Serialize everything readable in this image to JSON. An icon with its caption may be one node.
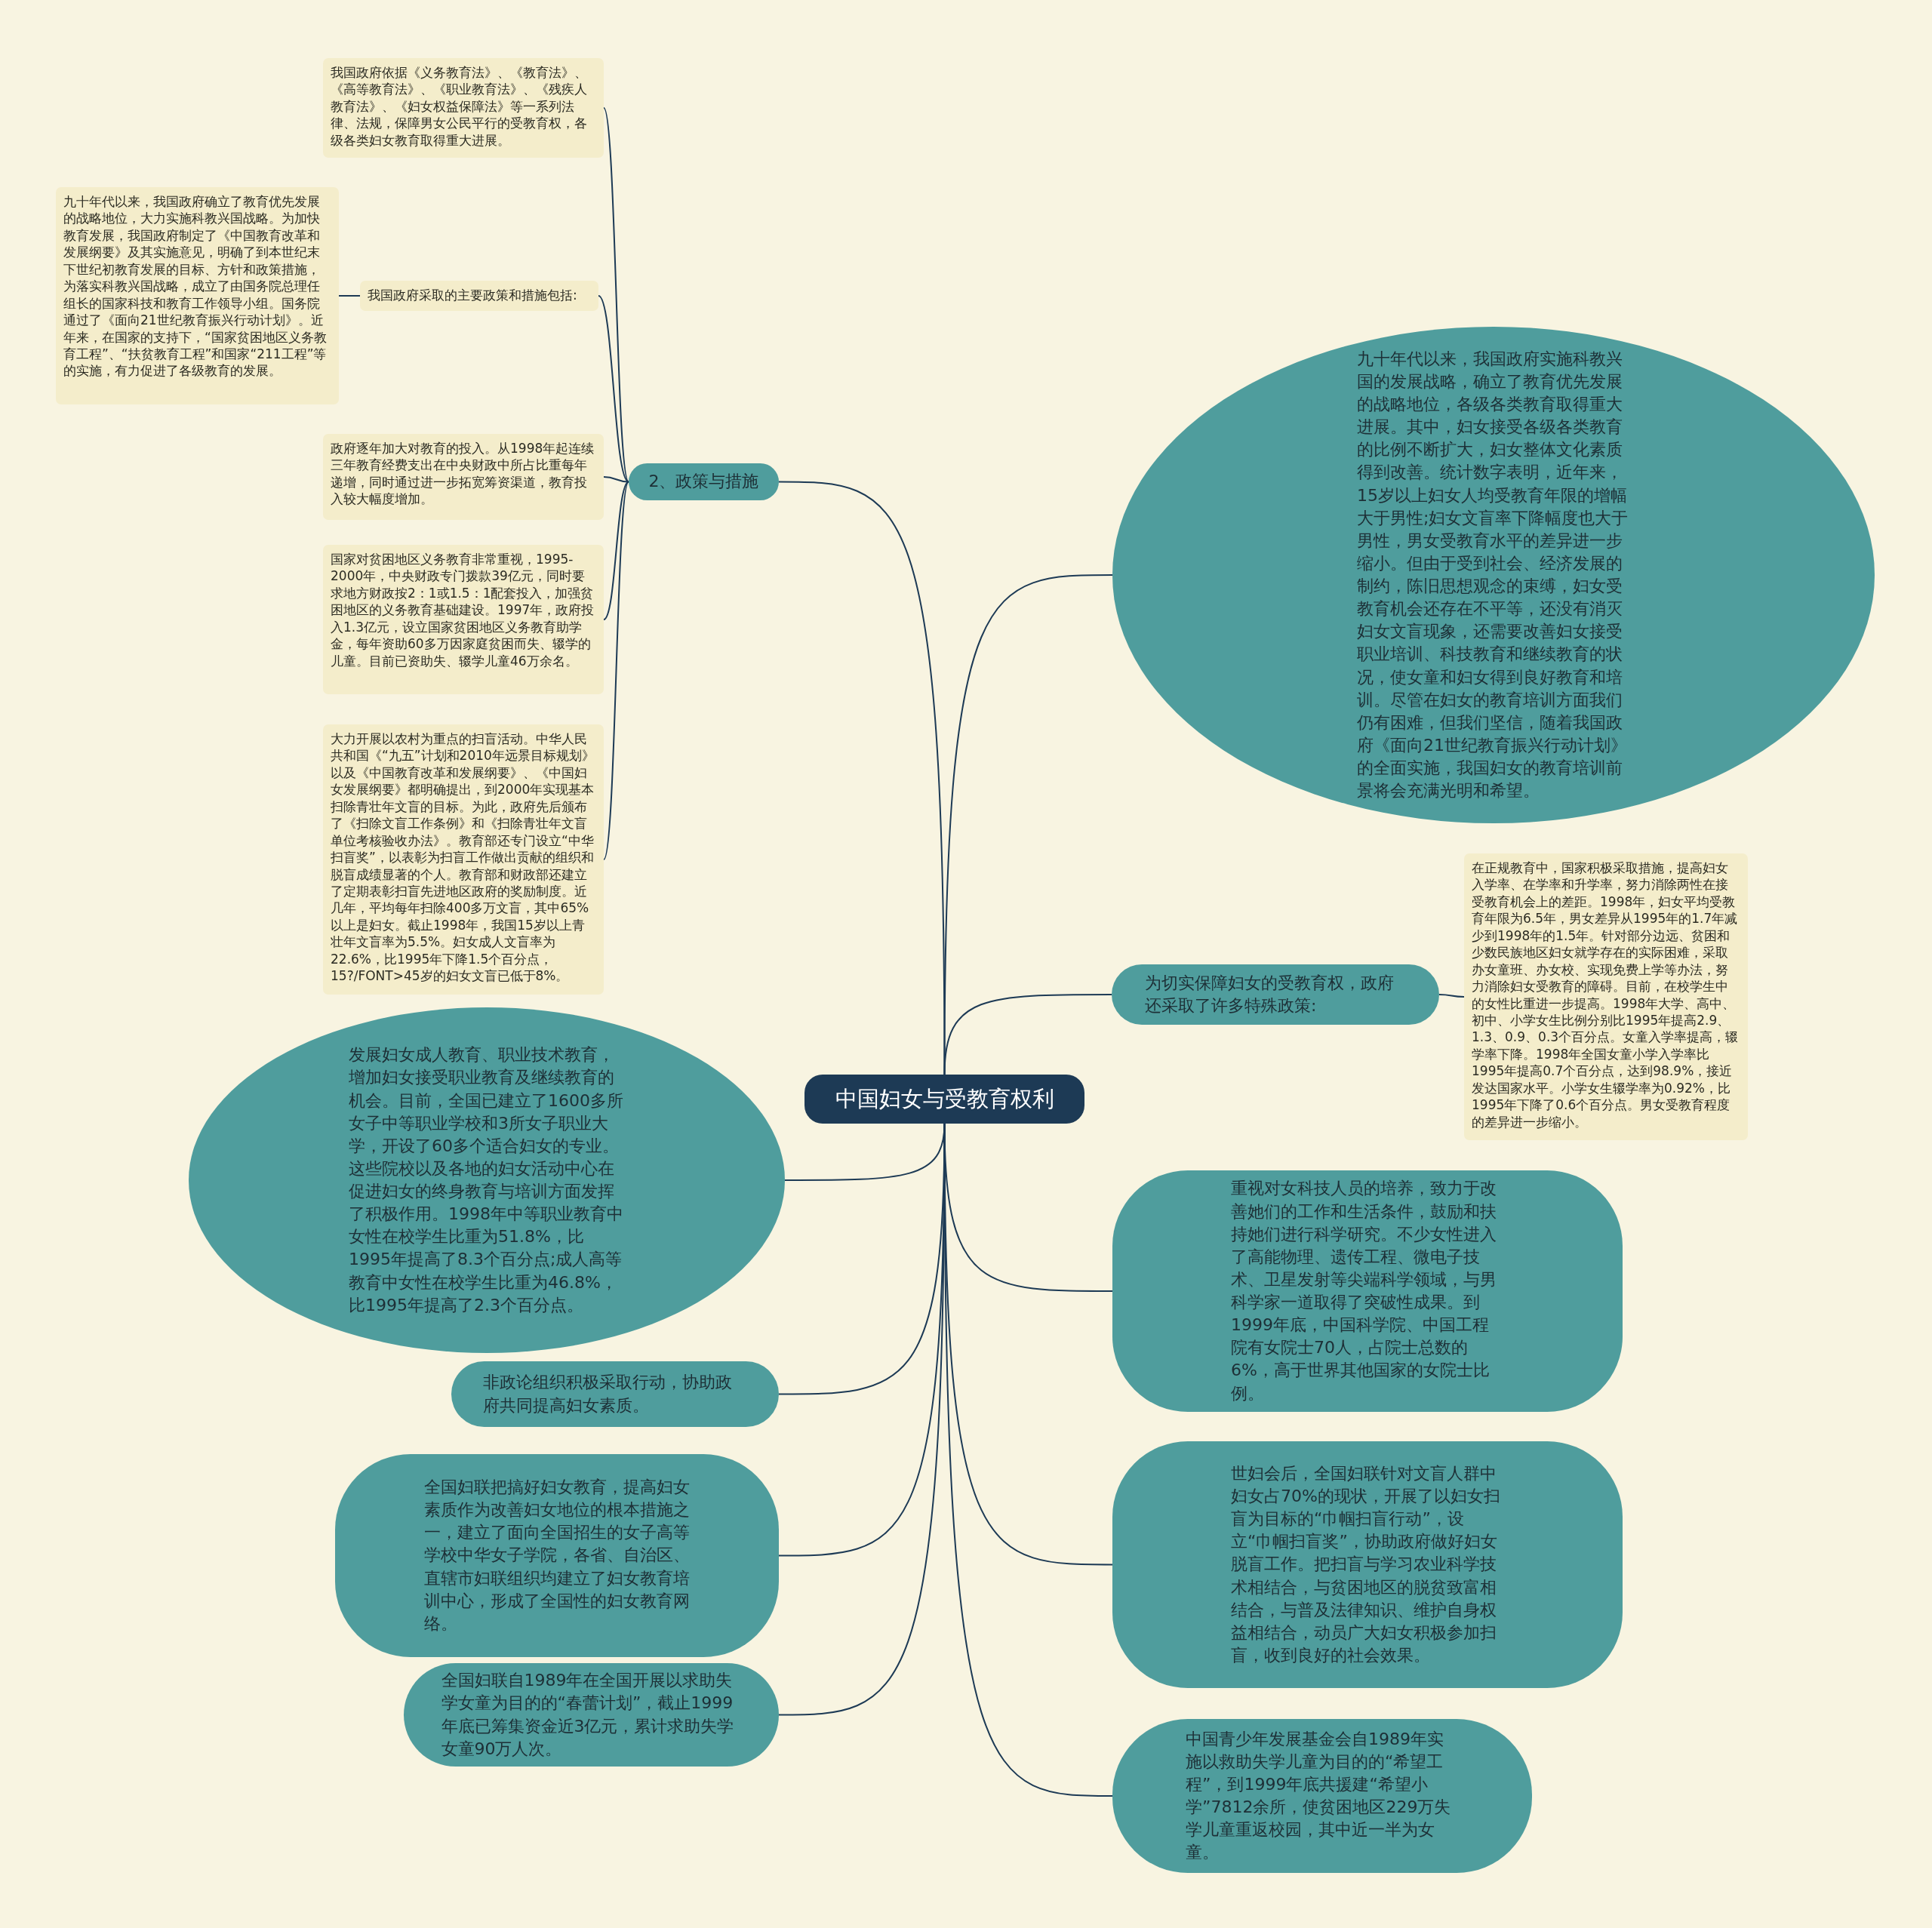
{
  "diagram": {
    "nodes": [
      {
        "text": [
          "中国妇女与受教育权利"
        ]
      },
      {
        "text": [
          "2、政策与措施"
        ]
      },
      {
        "text": [
          "我国政府依据《义务教育法》、《教育法》、《高等教育法》、《职业教育法》、《残疾人教育法》、《妇女权益保障法》等一系列法律、法规，保障男女公民平行的受教育权，各级各类妇女教育取得重大进展。"
        ]
      },
      {
        "text": [
          "我国政府采取的主要政策和措施包括:"
        ]
      },
      {
        "text": [
          "九十年代以来，我国政府确立了教育优先发展的战略地位，大力实施科教兴国战略。为加快教育发展，我国政府制定了《中国教育改革和发展纲要》及其实施意见，明确了到本世纪末下世纪初教育发展的目标、方针和政策措施，为落实科教兴国战略，成立了由国务院总理任组长的国家科技和教育工作领导小组。国务院通过了《面向21世纪教育振兴行动计划》。近年来，在国家的支持下，“国家贫困地区义务教育工程”、“扶贫教育工程”和国家“211工程”等的实施，有力促进了各级教育的发展。"
        ]
      },
      {
        "text": [
          "政府逐年加大对教育的投入。从1998年起连续三年教育经费支出在中央财政中所占比重每年递增，同时通过进一步拓宽筹资渠道，教育投入较大幅度增加。"
        ]
      },
      {
        "text": [
          "国家对贫困地区义务教育非常重视，1995-2000年，中央财政专门拨款39亿元，同时要求地方财政按2：1或1.5：1配套投入，加强贫困地区的义务教育基础建设。1997年，政府投入1.3亿元，设立国家贫困地区义务教育助学金，每年资助60多万因家庭贫困而失、辍学的儿童。目前已资助失、辍学儿童46万余名。"
        ]
      },
      {
        "text": [
          "大力开展以农村为重点的扫盲活动。中华人民共和国《“九五”计划和2010年远景目标规划》以及《中国教育改革和发展纲要》、《中国妇女发展纲要》都明确提出，到2000年实现基本扫除青壮年文盲的目标。为此，政府先后颁布了《扫除文盲工作条例》和《扫除青壮年文盲单位考核验收办法》。教育部还专门设立“中华扫盲奖”，以表彰为扫盲工作做出贡献的组织和脱盲成绩显著的个人。教育部和财政部还建立了定期表彰扫盲先进地区政府的奖励制度。近几年，平均每年扫除400多万文盲，其中65%以上是妇女。截止1998年，我国15岁以上青壮年文盲率为5.5%。妇女成人文盲率为22.6%，比1995年下降1.5个百分点，15?/FONT>45岁的妇女文盲已低于8%。"
        ]
      },
      {
        "text": [
          "九十年代以来，我国政府实施科教兴国的发展战略，确立了教育优先发展的战略地位，各级各类教育取得重大进展。其中，妇女接受各级各类教育的比例不断扩大，妇女整体文化素质得到改善。统计数字表明，近年来，15岁以上妇女人均受教育年限的增幅大于男性;妇女文盲率下降幅度也大于男性，男女受教育水平的差异进一步缩小。但由于受到社会、经济发展的制约，陈旧思想观念的束缚，妇女受教育机会还存在不平等，还没有消灭妇女文盲现象，还需要改善妇女接受职业培训、科技教育和继续教育的状况，使女童和妇女得到良好教育和培训。尽管在妇女的教育培训方面我们仍有困难，但我们坚信，随着我国政府《面向21世纪教育振兴行动计划》的全面实施，我国妇女的教育培训前景将会充满光明和希望。"
        ]
      },
      {
        "text": [
          "为切实保障妇女的受教育权，政府还采取了许多特殊政策:"
        ]
      },
      {
        "text": [
          "在正规教育中，国家积极采取措施，提高妇女入学率、在学率和升学率，努力消除两性在接受教育机会上的差距。1998年，妇女平均受教育年限为6.5年，男女差异从1995年的1.7年减少到1998年的1.5年。针对部分边远、贫困和少数民族地区妇女就学存在的实际困难，采取办女童班、办女校、实现免费上学等办法，努力消除妇女受教育的障碍。目前，在校学生中的女性比重进一步提高。1998年大学、高中、初中、小学女生比例分别比1995年提高2.9、1.3、0.9、0.3个百分点。女童入学率提高，辍学率下降。1998年全国女童小学入学率比1995年提高0.7个百分点，达到98.9%，接近发达国家水平。小学女生辍学率为0.92%，比1995年下降了0.6个百分点。男女受教育程度的差异进一步缩小。"
        ]
      },
      {
        "text": [
          "发展妇女成人教育、职业技术教育，增加妇女接受职业教育及继续教育的机会。目前，全国已建立了1600多所女子中等职业学校和3所女子职业大学，开设了60多个适合妇女的专业。这些院校以及各地的妇女活动中心在促进妇女的终身教育与培训方面发挥了积极作用。1998年中等职业教育中女性在校学生比重为51.8%，比1995年提高了8.3个百分点;成人高等教育中女性在校学生比重为46.8%，比1995年提高了2.3个百分点。"
        ]
      },
      {
        "text": [
          "非政论组织积极采取行动，协助政府共同提高妇女素质。"
        ]
      },
      {
        "text": [
          "全国妇联把搞好妇女教育，提高妇女素质作为改善妇女地位的根本措施之一，建立了面向全国招生的女子高等学校中华女子学院，各省、自治区、直辖市妇联组织均建立了妇女教育培训中心，形成了全国性的妇女教育网络。"
        ]
      },
      {
        "text": [
          "全国妇联自1989年在全国开展以求助失学女童为目的的“春蕾计划”，截止1999年底已筹集资金近3亿元，累计求助失学女童90万人次。"
        ]
      },
      {
        "text": [
          "重视对女科技人员的培养，致力于改善她们的工作和生活条件，鼓励和扶持她们进行科学研究。不少女性进入了高能物理、遗传工程、微电子技术、卫星发射等尖端科学领域，与男科学家一道取得了突破性成果。到1999年底，中国科学院、中国工程院有女院士70人，占院士总数的6%，高于世界其他国家的女院士比例。"
        ]
      },
      {
        "text": [
          "世妇会后，全国妇联针对文盲人群中妇女占70%的现状，开展了以妇女扫盲为目标的“巾帼扫盲行动”，设立“巾帼扫盲奖”，协助政府做好妇女脱盲工作。把扫盲与学习农业科学技术相结合，与贫困地区的脱贫致富相结合，与普及法律知识、维护自身权益相结合，动员广大妇女积极参加扫盲，收到良好的社会效果。"
        ]
      },
      {
        "text": [
          "中国青少年发展基金会自1989年实施以救助失学儿童为目的的“希望工程”，到1999年底共援建“希望小学”7812余所，使贫困地区229万失学儿童重返校园，其中近一半为女童。"
        ]
      }
    ],
    "edges": [
      {
        "from": 0,
        "to": 1,
        "arrow": "none"
      },
      {
        "from": 1,
        "to": 2,
        "arrow": "none"
      },
      {
        "from": 1,
        "to": 3,
        "arrow": "none"
      },
      {
        "from": 3,
        "to": 4,
        "arrow": "none"
      },
      {
        "from": 1,
        "to": 5,
        "arrow": "none"
      },
      {
        "from": 1,
        "to": 6,
        "arrow": "none"
      },
      {
        "from": 1,
        "to": 7,
        "arrow": "none"
      },
      {
        "from": 0,
        "to": 8,
        "arrow": "none"
      },
      {
        "from": 0,
        "to": 9,
        "arrow": "none"
      },
      {
        "from": 9,
        "to": 10,
        "arrow": "none"
      },
      {
        "from": 0,
        "to": 11,
        "arrow": "none"
      },
      {
        "from": 0,
        "to": 12,
        "arrow": "none"
      },
      {
        "from": 0,
        "to": 13,
        "arrow": "none"
      },
      {
        "from": 0,
        "to": 14,
        "arrow": "none"
      },
      {
        "from": 0,
        "to": 15,
        "arrow": "none"
      },
      {
        "from": 0,
        "to": 16,
        "arrow": "none"
      },
      {
        "from": 0,
        "to": 17,
        "arrow": "none"
      }
    ]
  }
}
